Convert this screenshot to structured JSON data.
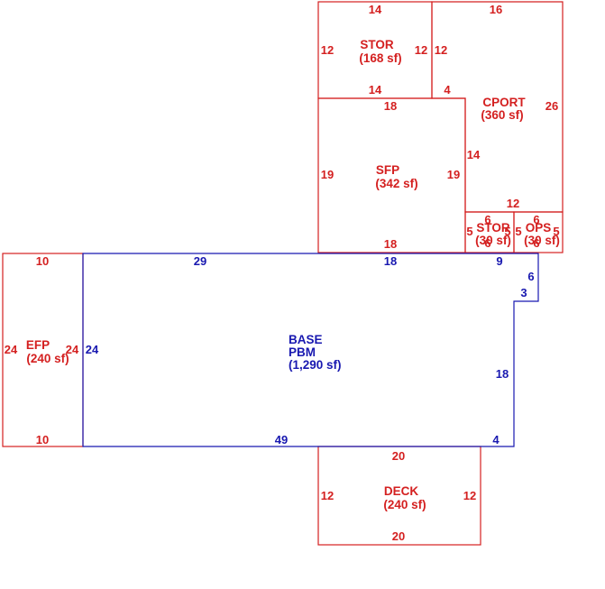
{
  "colors": {
    "addition": "#d42020",
    "base": "#1818b0",
    "background": "#ffffff"
  },
  "areas": {
    "base": {
      "code": "BASE",
      "type": "PBM",
      "area": "(1,290 sf)"
    },
    "stor_top": {
      "name": "STOR",
      "area": "(168 sf)"
    },
    "cport": {
      "name": "CPORT",
      "area": "(360 sf)"
    },
    "sfp": {
      "name": "SFP",
      "area": "(342 sf)"
    },
    "stor_small": {
      "name": "STOR",
      "area": "(30 sf)"
    },
    "ops": {
      "name": "OPS",
      "area": "(30 sf)"
    },
    "efp": {
      "name": "EFP",
      "area": "(240 sf)"
    },
    "deck": {
      "name": "DECK",
      "area": "(240 sf)"
    }
  },
  "dims": {
    "stor_top": {
      "top": "14",
      "left": "12",
      "right": "12",
      "bottom": "14"
    },
    "cport": {
      "top": "16",
      "left": "12",
      "right": "26",
      "notch": "4",
      "lower_left": "14",
      "bottom": "12"
    },
    "sfp": {
      "top": "18",
      "left": "19",
      "right": "19",
      "bottom": "18"
    },
    "stor_small": {
      "top": "6",
      "left": "5",
      "right": "5",
      "bottom": "6"
    },
    "ops": {
      "top": "6",
      "left": "5",
      "right": "5",
      "bottom": "6"
    },
    "efp": {
      "top": "10",
      "left": "24",
      "right": "24",
      "bottom": "10"
    },
    "deck": {
      "top": "20",
      "left": "12",
      "right": "12",
      "bottom": "20"
    },
    "base": {
      "top_a": "29",
      "top_b": "18",
      "top_c": "9",
      "left": "24",
      "step_right": "6",
      "step_in": "3",
      "right": "18",
      "bottom": "49",
      "bottom_right": "4"
    }
  }
}
